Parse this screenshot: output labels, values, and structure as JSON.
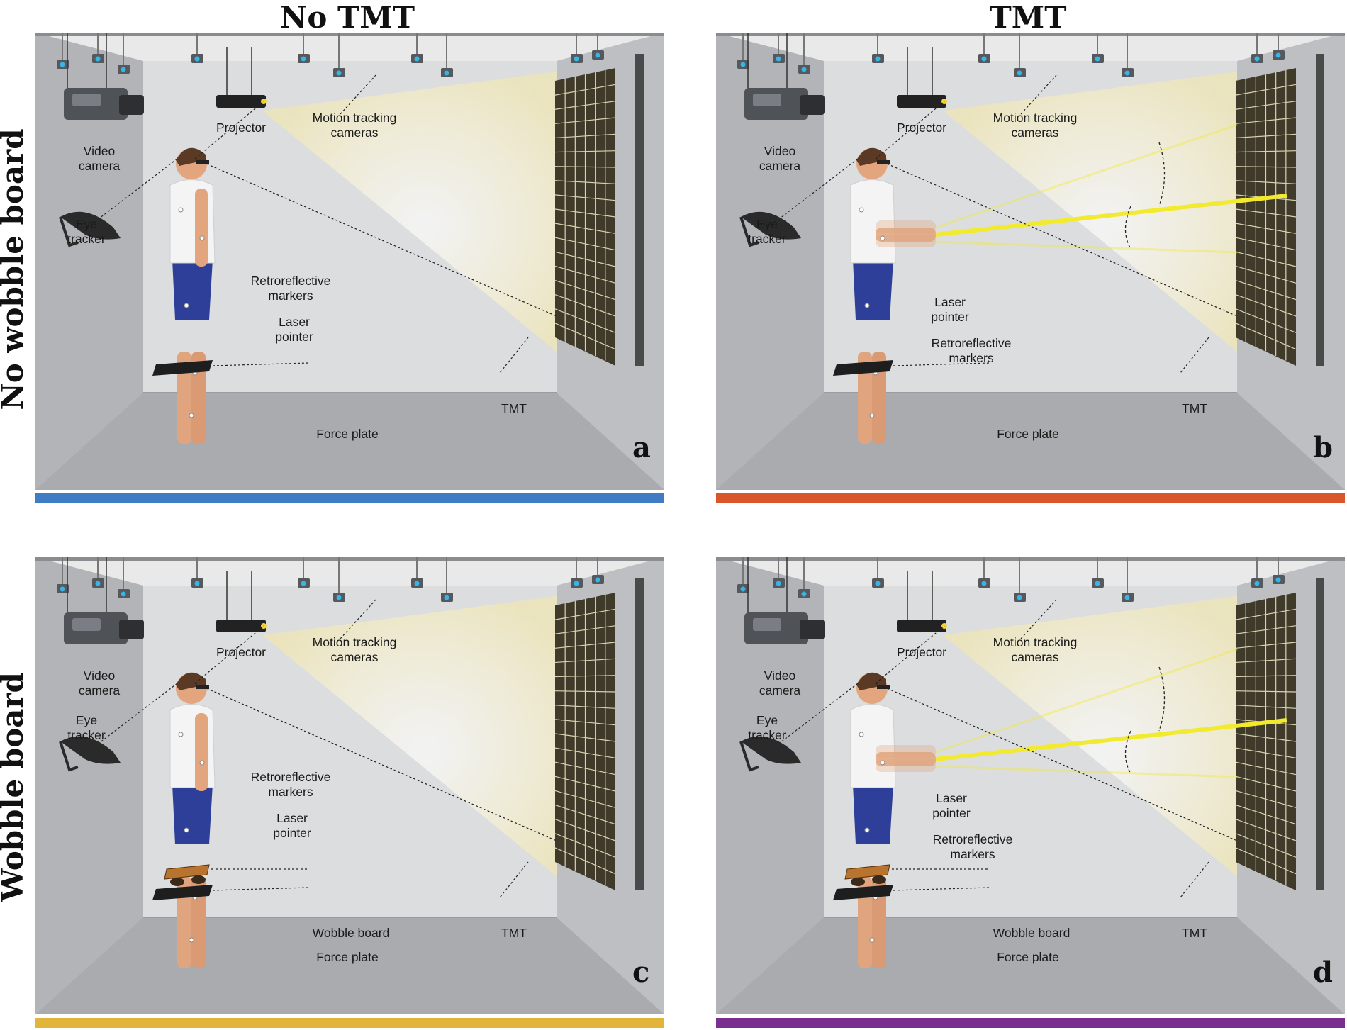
{
  "columns": {
    "left": "No TMT",
    "right": "TMT"
  },
  "rows": {
    "top": "No wobble board",
    "bottom": "Wobble board"
  },
  "panels": [
    {
      "letter": "a",
      "bar_color": "#3f7cc3",
      "labels": {
        "video_camera": "Video\ncamera",
        "projector": "Projector",
        "motion_cameras": "Motion tracking\ncameras",
        "eye_tracker": "Eye\ntracker",
        "markers": "Retroreflective\nmarkers",
        "laser": "Laser\npointer",
        "tmt": "TMT",
        "force_plate": "Force plate",
        "wobble_board": ""
      }
    },
    {
      "letter": "b",
      "bar_color": "#d9552a",
      "labels": {
        "video_camera": "Video\ncamera",
        "projector": "Projector",
        "motion_cameras": "Motion tracking\ncameras",
        "eye_tracker": "Eye\ntracker",
        "markers": "Retroreflective\nmarkers",
        "laser": "Laser\npointer",
        "tmt": "TMT",
        "force_plate": "Force plate",
        "wobble_board": ""
      }
    },
    {
      "letter": "c",
      "bar_color": "#e2b43a",
      "labels": {
        "video_camera": "Video\ncamera",
        "projector": "Projector",
        "motion_cameras": "Motion tracking\ncameras",
        "eye_tracker": "Eye\ntracker",
        "markers": "Retroreflective\nmarkers",
        "laser": "Laser\npointer",
        "tmt": "TMT",
        "force_plate": "Force plate",
        "wobble_board": "Wobble board"
      }
    },
    {
      "letter": "d",
      "bar_color": "#7b2d90",
      "labels": {
        "video_camera": "Video\ncamera",
        "projector": "Projector",
        "motion_cameras": "Motion tracking\ncameras",
        "eye_tracker": "Eye\ntracker",
        "markers": "Retroreflective\nmarkers",
        "laser": "Laser\npointer",
        "tmt": "TMT",
        "force_plate": "Force plate",
        "wobble_board": "Wobble board"
      }
    }
  ],
  "colors": {
    "ceiling": "#e9e9ea",
    "back_wall": "#dcdddf",
    "side_wall": "#b2b4b8",
    "floor": "#a9abae",
    "tmt_board": "#3f3a2a",
    "laser_beam": "#f2ea2f",
    "projection": "#efe6b4"
  }
}
